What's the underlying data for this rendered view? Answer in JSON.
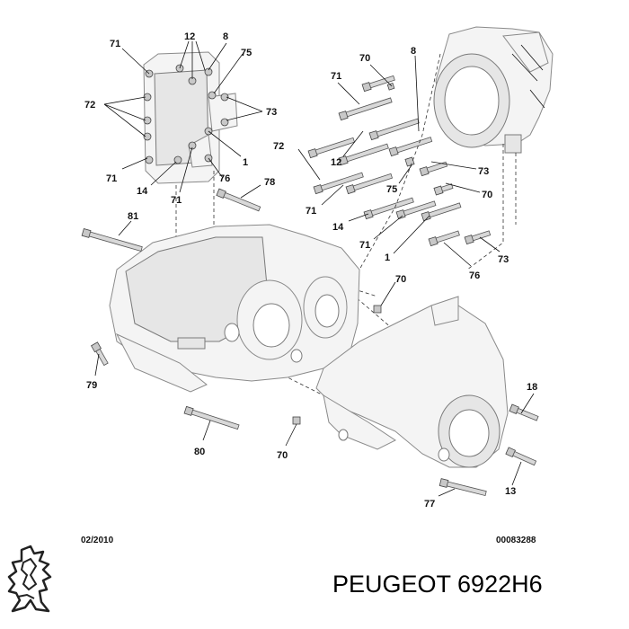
{
  "diagram": {
    "callouts": {
      "c71a": "71",
      "c12a": "12",
      "c8a": "8",
      "c75a": "75",
      "c72a": "72",
      "c73a": "73",
      "c71b": "71",
      "c14a": "14",
      "c71c": "71",
      "c76a": "76",
      "c1a": "1",
      "c70a": "70",
      "c8b": "8",
      "c71d": "71",
      "c12b": "12",
      "c72b": "72",
      "c73b": "73",
      "c75b": "75",
      "c70b": "70",
      "c71e": "71",
      "c14b": "14",
      "c71f": "71",
      "c1b": "1",
      "c76b": "76",
      "c73c": "73",
      "c78": "78",
      "c81": "81",
      "c70c": "70",
      "c79": "79",
      "c80": "80",
      "c70d": "70",
      "c18": "18",
      "c77": "77",
      "c13": "13"
    },
    "date_code": "02/2010",
    "doc_number": "00083288"
  },
  "caption": {
    "text": "PEUGEOT 6922H6"
  },
  "logo": {
    "icon": "peugeot-lion-logo"
  }
}
